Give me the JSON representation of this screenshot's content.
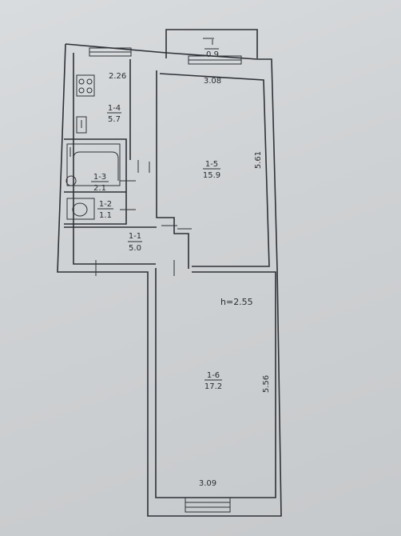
{
  "plan": {
    "balcony": {
      "id": "I",
      "area": "0.9"
    },
    "rooms": [
      {
        "id": "1-4",
        "area": "5.7"
      },
      {
        "id": "1-3",
        "area": "2.1"
      },
      {
        "id": "1-2",
        "area": "1.1"
      },
      {
        "id": "1-1",
        "area": "5.0"
      },
      {
        "id": "1-5",
        "area": "15.9"
      },
      {
        "id": "1-6",
        "area": "17.2"
      }
    ],
    "dims": {
      "kitchen_width": "2.26",
      "room5_width": "3.08",
      "room5_length": "5.61",
      "room6_length": "5.56",
      "room6_width": "3.09"
    },
    "ceiling_height": "h=2.55"
  }
}
